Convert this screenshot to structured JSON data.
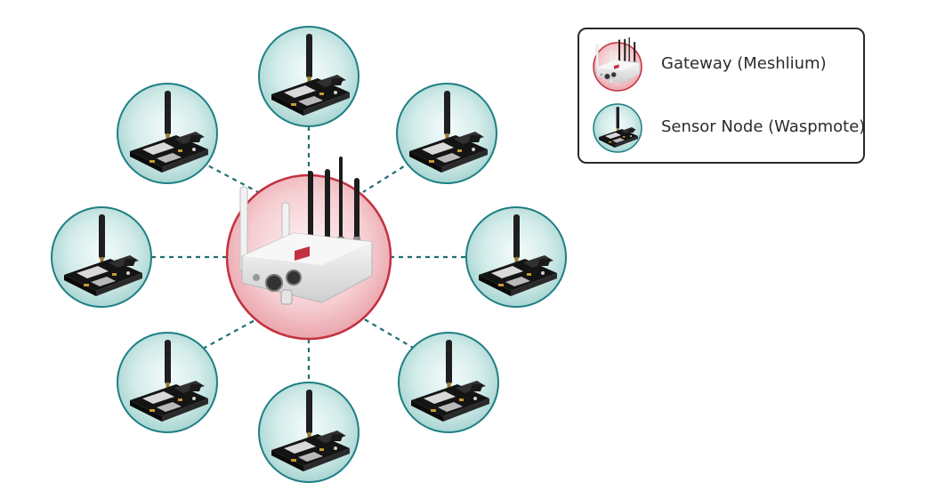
{
  "diagram": {
    "topology": "star",
    "center_node": "gateway",
    "sensor_node_count": 8,
    "link_style": "dashed"
  },
  "legend": {
    "gateway_label": "Gateway (Meshlium)",
    "gateway_icon": "gateway-router-icon",
    "sensor_label": "Sensor Node (Waspmote)",
    "sensor_icon": "sensor-board-icon"
  },
  "colors": {
    "sensor_fill": "#c7e6e4",
    "sensor_stroke": "#1e7f83",
    "gateway_fill": "#f3c4c8",
    "gateway_stroke": "#c3313f",
    "link": "#1e6e72"
  }
}
